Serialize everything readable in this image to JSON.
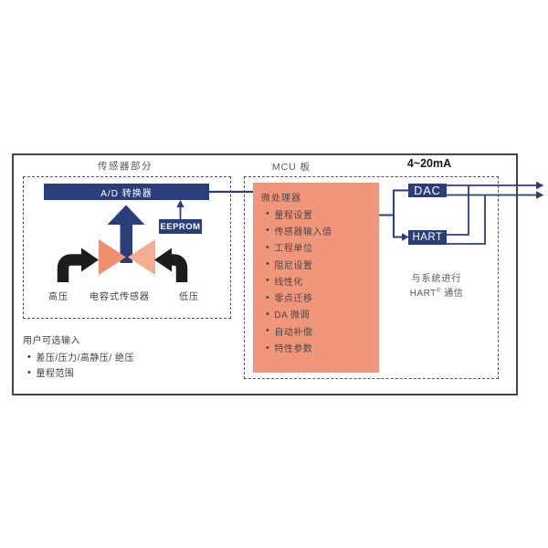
{
  "frame": {
    "sensor_section_title": "传感器部分",
    "mcu_section_title": "MCU 板",
    "output_label": "4~20mA"
  },
  "sensor": {
    "adc_label": "A/D 转换器",
    "eeprom_label": "EEPROM",
    "high_pressure_label": "高压",
    "capacitive_sensor_label": "电容式传感器",
    "low_pressure_label": "低压"
  },
  "mcu": {
    "processor_title": "微处理器",
    "bullet": "•",
    "items": [
      "量程设置",
      "传感器输入值",
      "工程单位",
      "阻尼设置",
      "线性化",
      "零点迁移",
      "DA 微调",
      "自动补偿",
      "特性参数"
    ]
  },
  "output": {
    "dac_label": "DAC",
    "hart_label": "HART",
    "note_line1": "与系统进行",
    "note_hart": "HART",
    "note_reg": "®",
    "note_comm": " 通信"
  },
  "user_inputs": {
    "title": "用户可选输入",
    "bullet": "•",
    "items": [
      "差压/压力/高静压/ 绝压",
      "量程范围"
    ]
  },
  "colors": {
    "navy": "#2b3e7c",
    "salmon": "#f0977b",
    "bowtie_left": "#ee9170",
    "bowtie_right": "#f5ad92",
    "black_arrow": "#1d1d1f",
    "dashed_border": "#4b5366",
    "outer_border": "#3f4650"
  }
}
